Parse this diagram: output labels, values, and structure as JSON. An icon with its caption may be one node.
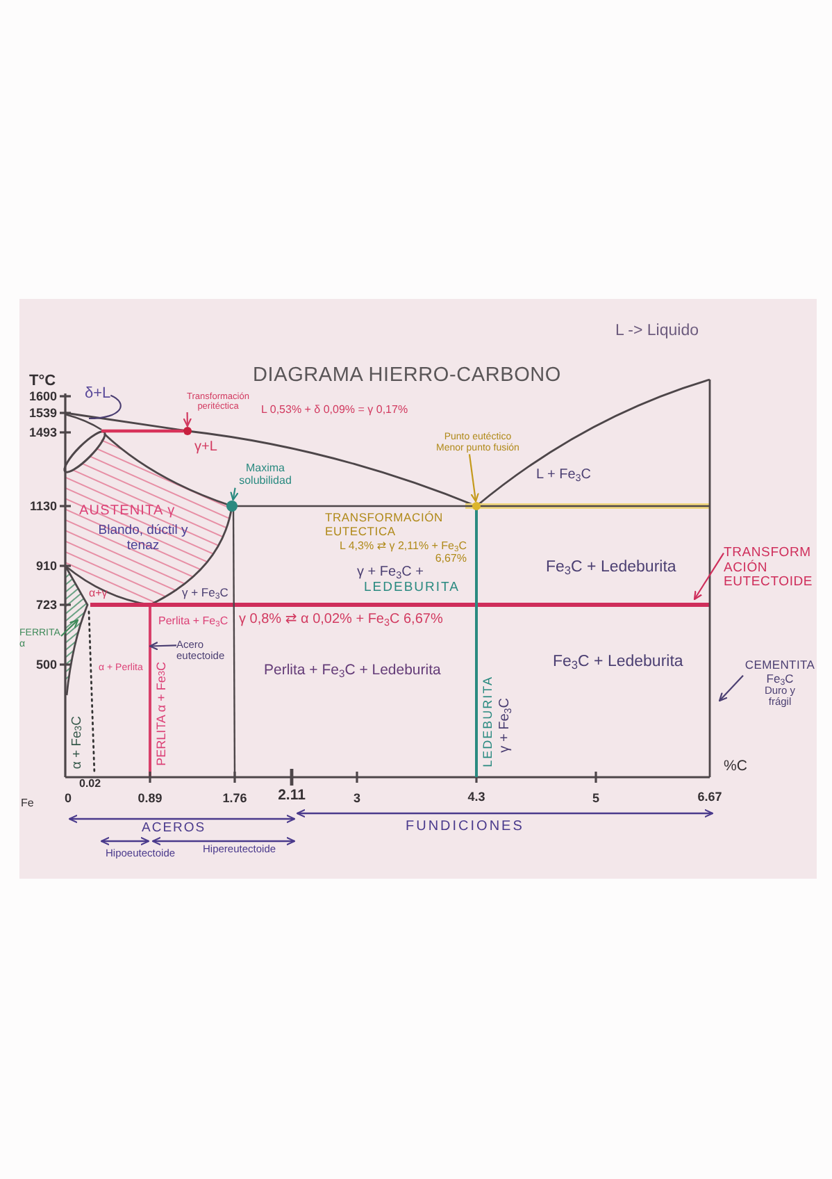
{
  "diagram": {
    "title": "DIAGRAMA HIERRO-CARBONO",
    "nodes": [
      {
        "text": [
          "δ+L"
        ]
      },
      {
        "text": [
          "Transformación peritéctica"
        ],
        "beside": [
          "L 0,53% + δ 0,09% = γ 0,17%"
        ]
      },
      {
        "text": [],
        "shape": "circle"
      },
      {
        "text": [
          "Maxima solubilidad"
        ]
      },
      {
        "text": [],
        "shape": "circle"
      },
      {
        "text": [
          "Punto eutéctico",
          "Menor punto fusión"
        ]
      },
      {
        "text": [],
        "shape": "circle"
      },
      {
        "text": [
          "TRANSFORM ACIÓN EUTECTOIDE"
        ]
      },
      {
        "text": [
          "FERRITA α"
        ]
      },
      {
        "text": [
          "Acero eutectoide"
        ]
      },
      {
        "text": [
          "CEMENTITA",
          "Fe$_{3}$C",
          "Duro y frágil"
        ]
      },
      {
        "text": [],
        "shape": "region"
      },
      {
        "text": [],
        "shape": "line"
      }
    ],
    "edges": [
      {
        "from": 0,
        "to": null,
        "arrow": "none"
      },
      {
        "from": 1,
        "to": 2,
        "arrow": "to",
        "color": "#d23a60"
      },
      {
        "from": 3,
        "to": 4,
        "arrow": "to",
        "color": "#2a8a80"
      },
      {
        "from": 5,
        "to": 6,
        "arrow": "to",
        "color": "#c49a1c"
      },
      {
        "from": 7,
        "to": null,
        "arrow": "to",
        "color": "#cf2e5b"
      },
      {
        "from": 8,
        "to": 11,
        "arrow": "to",
        "color": "#3f8a5a"
      },
      {
        "from": 9,
        "to": 12,
        "arrow": "to"
      },
      {
        "from": 10,
        "to": null,
        "arrow": "to"
      }
    ],
    "labels": [
      "L -> Liquido",
      "T°C",
      "1600",
      "1539",
      "1493",
      "γ+L",
      "L + Fe$_{3}$C",
      "1130",
      "AUSTENITA γ",
      "Blando, dúctil y tenaz",
      "TRANSFORMACIÓN EUTECTICA",
      "L 4,3% ⇄ γ 2,11% + Fe$_{3}$C 6,67%",
      "910",
      "γ + Fe$_{3}$C +",
      "Fe$_{3}$C + Ledeburita",
      "LEDEBURITA",
      "α+γ",
      "γ + Fe$_{3}$C",
      "723",
      "Perlita + Fe$_{3}$C",
      "γ 0,8% ⇄ α 0,02% + Fe$_{3}$C 6,67%",
      "500",
      "α + Perlita",
      "Perlita + Fe$_{3}$C + Ledeburita",
      "Fe$_{3}$C + Ledeburita",
      "α + Fe$_{3}$C",
      "PERLITA α + Fe$_{3}$C",
      "LEDEBURITA",
      "γ + Fe$_{3}$C",
      "%C",
      "0.02",
      "Fe",
      "0",
      "0.89",
      "1.76",
      "2.11",
      "3",
      "4.3",
      "5",
      "6.67",
      "ACEROS",
      "FUNDICIONES",
      "Hipoeutectoide",
      "Hipereutectoide"
    ]
  }
}
